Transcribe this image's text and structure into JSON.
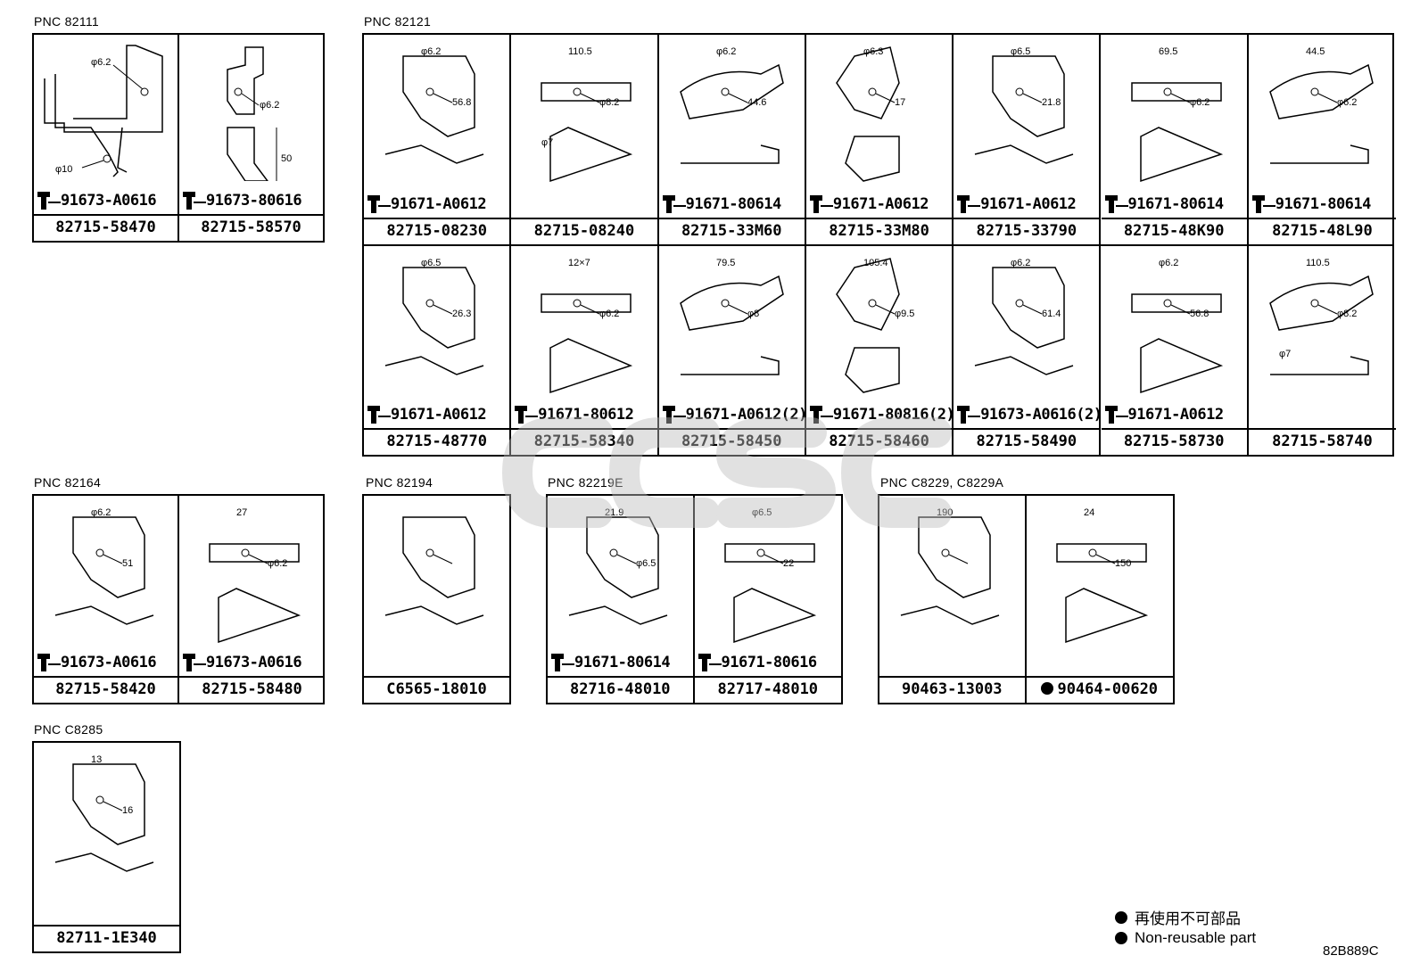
{
  "groups": [
    {
      "pnc": "PNC 82111",
      "cells": [
        {
          "bolt": "91673-A0616",
          "part": "82715-58470",
          "dims": [
            "φ6.2",
            "φ10"
          ]
        },
        {
          "bolt": "91673-80616",
          "part": "82715-58570",
          "dims": [
            "φ6.2",
            "50"
          ]
        }
      ]
    },
    {
      "pnc": "PNC 82121",
      "row1": [
        {
          "bolt": "91671-A0612",
          "part": "82715-08230",
          "dims": [
            "φ6.2",
            "56.8"
          ]
        },
        {
          "bolt": "",
          "part": "82715-08240",
          "dims": [
            "110.5",
            "φ8.2",
            "φ7"
          ]
        },
        {
          "bolt": "91671-80614",
          "part": "82715-33M60",
          "dims": [
            "φ6.2",
            "44.6"
          ]
        },
        {
          "bolt": "91671-A0612",
          "part": "82715-33M80",
          "dims": [
            "φ6.3",
            "17"
          ]
        },
        {
          "bolt": "91671-A0612",
          "part": "82715-33790",
          "dims": [
            "φ6.5",
            "21.8"
          ]
        },
        {
          "bolt": "91671-80614",
          "part": "82715-48K90",
          "dims": [
            "69.5",
            "φ6.2"
          ]
        },
        {
          "bolt": "91671-80614",
          "part": "82715-48L90",
          "dims": [
            "44.5",
            "φ6.2"
          ]
        }
      ],
      "row2": [
        {
          "bolt": "91671-A0612",
          "part": "82715-48770",
          "dims": [
            "φ6.5",
            "26.3"
          ]
        },
        {
          "bolt": "91671-80612",
          "part": "82715-58340",
          "dims": [
            "12×7",
            "φ6.2"
          ]
        },
        {
          "bolt": "91671-A0612(2)",
          "part": "82715-58450",
          "dims": [
            "79.5",
            "φ8"
          ]
        },
        {
          "bolt": "91671-80816(2)",
          "part": "82715-58460",
          "dims": [
            "105.4",
            "φ9.5"
          ]
        },
        {
          "bolt": "91673-A0616(2)",
          "part": "82715-58490",
          "dims": [
            "φ6.2",
            "61.4"
          ]
        },
        {
          "bolt": "91671-A0612",
          "part": "82715-58730",
          "dims": [
            "φ6.2",
            "56.8"
          ]
        },
        {
          "bolt": "",
          "part": "82715-58740",
          "dims": [
            "110.5",
            "φ8.2",
            "φ7"
          ]
        }
      ]
    },
    {
      "pnc": "PNC 82164",
      "cells": [
        {
          "bolt": "91673-A0616",
          "part": "82715-58420",
          "dims": [
            "φ6.2",
            "51"
          ]
        },
        {
          "bolt": "91673-A0616",
          "part": "82715-58480",
          "dims": [
            "27",
            "φ6.2"
          ]
        }
      ]
    },
    {
      "pnc": "PNC 82194",
      "cells": [
        {
          "bolt": "",
          "part": "C6565-18010",
          "dims": []
        }
      ]
    },
    {
      "pnc": "PNC 82219E",
      "cells": [
        {
          "bolt": "91671-80614",
          "part": "82716-48010",
          "dims": [
            "21.9",
            "φ6.5"
          ]
        },
        {
          "bolt": "91671-80616",
          "part": "82717-48010",
          "dims": [
            "φ6.5",
            "22"
          ]
        }
      ]
    },
    {
      "pnc": "PNC C8229, C8229A",
      "cells": [
        {
          "bolt": "",
          "part": "90463-13003",
          "dims": [
            "190"
          ]
        },
        {
          "bolt": "",
          "part": "90464-00620",
          "dims": [
            "24",
            "150"
          ]
        }
      ]
    },
    {
      "pnc": "PNC C8285",
      "cells": [
        {
          "bolt": "",
          "part": "82711-1E340",
          "dims": [
            "13",
            "16"
          ]
        }
      ]
    }
  ],
  "legend": {
    "jp": "再使用不可部品",
    "en": "Non-reusable part"
  },
  "diagram_code": "82B889C"
}
